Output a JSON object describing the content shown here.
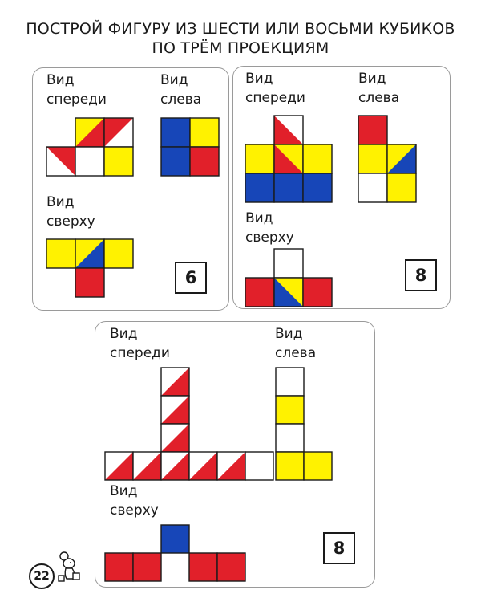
{
  "title": {
    "line1": "ПОСТРОЙ ФИГУРУ ИЗ ШЕСТИ ИЛИ ВОСЬМИ КУБИКОВ",
    "line2": "ПО ТРЁМ ПРОЕКЦИЯМ"
  },
  "colors": {
    "red": "#e1202a",
    "yellow": "#fff200",
    "blue": "#1746b8",
    "white": "#ffffff",
    "line": "#1a1a1a"
  },
  "panels": [
    {
      "front_label": [
        "Вид",
        "спереди"
      ],
      "left_label": [
        "Вид",
        "слева"
      ],
      "top_label": [
        "Вид",
        "сверху"
      ],
      "cube_count": "6",
      "front": [
        [
          0,
          1,
          "r",
          "y",
          "tl"
        ],
        [
          0,
          2,
          "r",
          "w",
          "br"
        ],
        [
          1,
          0,
          "r",
          "w",
          "bl"
        ],
        [
          1,
          1,
          "w"
        ],
        [
          1,
          2,
          "y"
        ]
      ],
      "left": [
        [
          0,
          0,
          "b"
        ],
        [
          0,
          1,
          "y"
        ],
        [
          1,
          0,
          "b"
        ],
        [
          1,
          1,
          "r"
        ]
      ],
      "top": [
        [
          0,
          0,
          "y"
        ],
        [
          0,
          1,
          "y",
          "b",
          "br"
        ],
        [
          0,
          2,
          "y"
        ],
        [
          1,
          1,
          "r"
        ]
      ]
    },
    {
      "front_label": [
        "Вид",
        "спереди"
      ],
      "left_label": [
        "Вид",
        "слева"
      ],
      "top_label": [
        "Вид",
        "сверху"
      ],
      "cube_count": "8",
      "front": [
        [
          0,
          1,
          "r",
          "w",
          "tr"
        ],
        [
          1,
          0,
          "y"
        ],
        [
          1,
          1,
          "r",
          "y",
          "tr"
        ],
        [
          1,
          2,
          "y"
        ],
        [
          2,
          0,
          "b"
        ],
        [
          2,
          1,
          "b"
        ],
        [
          2,
          2,
          "b"
        ]
      ],
      "left": [
        [
          0,
          0,
          "r"
        ],
        [
          1,
          0,
          "y"
        ],
        [
          1,
          1,
          "y",
          "b",
          "br"
        ],
        [
          2,
          0,
          "w"
        ],
        [
          2,
          1,
          "y"
        ]
      ],
      "top": [
        [
          0,
          1,
          "w"
        ],
        [
          1,
          0,
          "r"
        ],
        [
          1,
          1,
          "b",
          "y",
          "tr"
        ],
        [
          1,
          2,
          "r"
        ]
      ]
    },
    {
      "front_label": [
        "Вид",
        "спереди"
      ],
      "left_label": [
        "Вид",
        "слева"
      ],
      "top_label": [
        "Вид",
        "сверху"
      ],
      "cube_count": "8",
      "front": [
        [
          0,
          2,
          "w",
          "r",
          "br"
        ],
        [
          1,
          2,
          "w",
          "r",
          "br"
        ],
        [
          2,
          2,
          "w",
          "r",
          "br"
        ],
        [
          3,
          0,
          "w",
          "r",
          "br"
        ],
        [
          3,
          1,
          "w",
          "r",
          "br"
        ],
        [
          3,
          2,
          "w",
          "r",
          "br"
        ],
        [
          3,
          3,
          "w",
          "r",
          "br"
        ],
        [
          3,
          4,
          "w",
          "r",
          "br"
        ],
        [
          3,
          5,
          "w"
        ]
      ],
      "left": [
        [
          0,
          0,
          "w"
        ],
        [
          1,
          0,
          "y"
        ],
        [
          2,
          0,
          "w"
        ],
        [
          3,
          0,
          "y"
        ],
        [
          3,
          1,
          "y"
        ]
      ],
      "top": [
        [
          0,
          2,
          "b"
        ],
        [
          1,
          0,
          "r"
        ],
        [
          1,
          1,
          "r"
        ],
        [
          1,
          3,
          "r"
        ],
        [
          1,
          4,
          "r"
        ]
      ]
    }
  ],
  "page_number": "22"
}
